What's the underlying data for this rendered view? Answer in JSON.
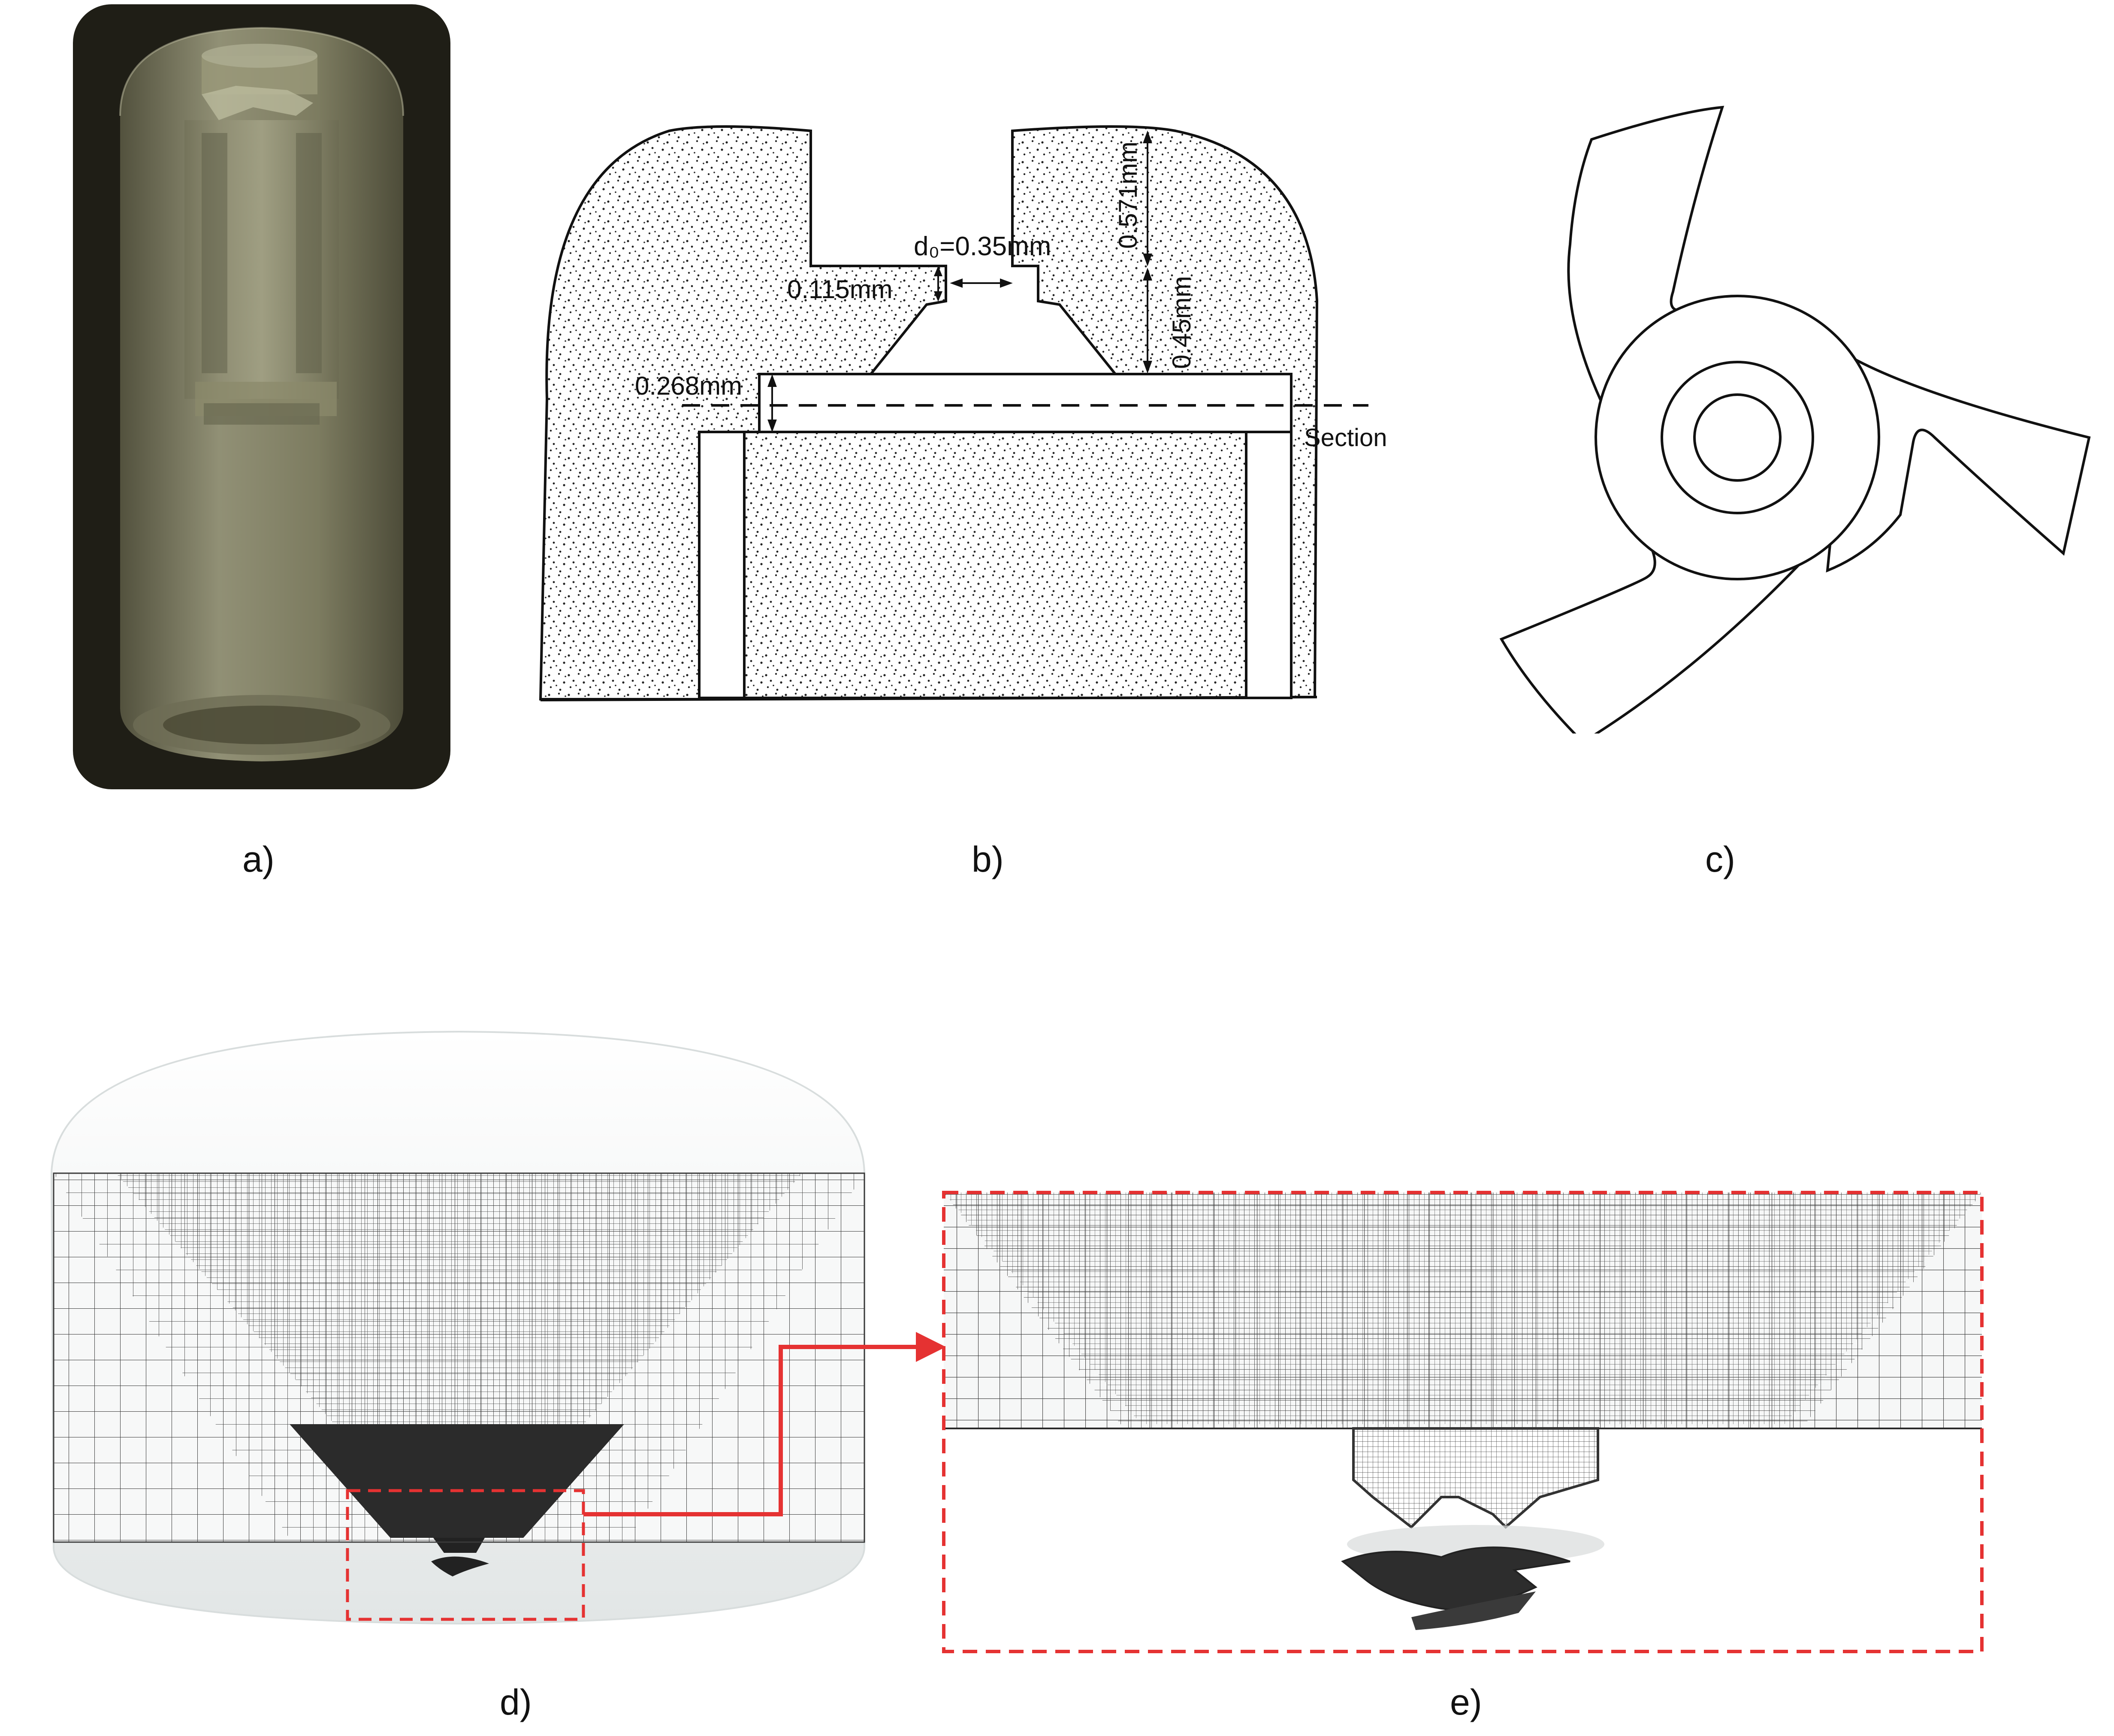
{
  "captions": {
    "a": "a)",
    "b": "b)",
    "c": "c)",
    "d": "d)",
    "e": "e)"
  },
  "panel_b": {
    "orifice_label": "d₀=0.35mm",
    "dim_0571": "0.571mm",
    "dim_0115": "0.115mm",
    "dim_045": "0.45mm",
    "dim_0268": "0.268mm",
    "section_label": "Section"
  },
  "colors": {
    "render_background": "#1f1e16",
    "render_body": "#8f8e6e",
    "stipple": "#222222",
    "mesh_line": "#2a2a2a",
    "zoom_box": "#e53232"
  }
}
